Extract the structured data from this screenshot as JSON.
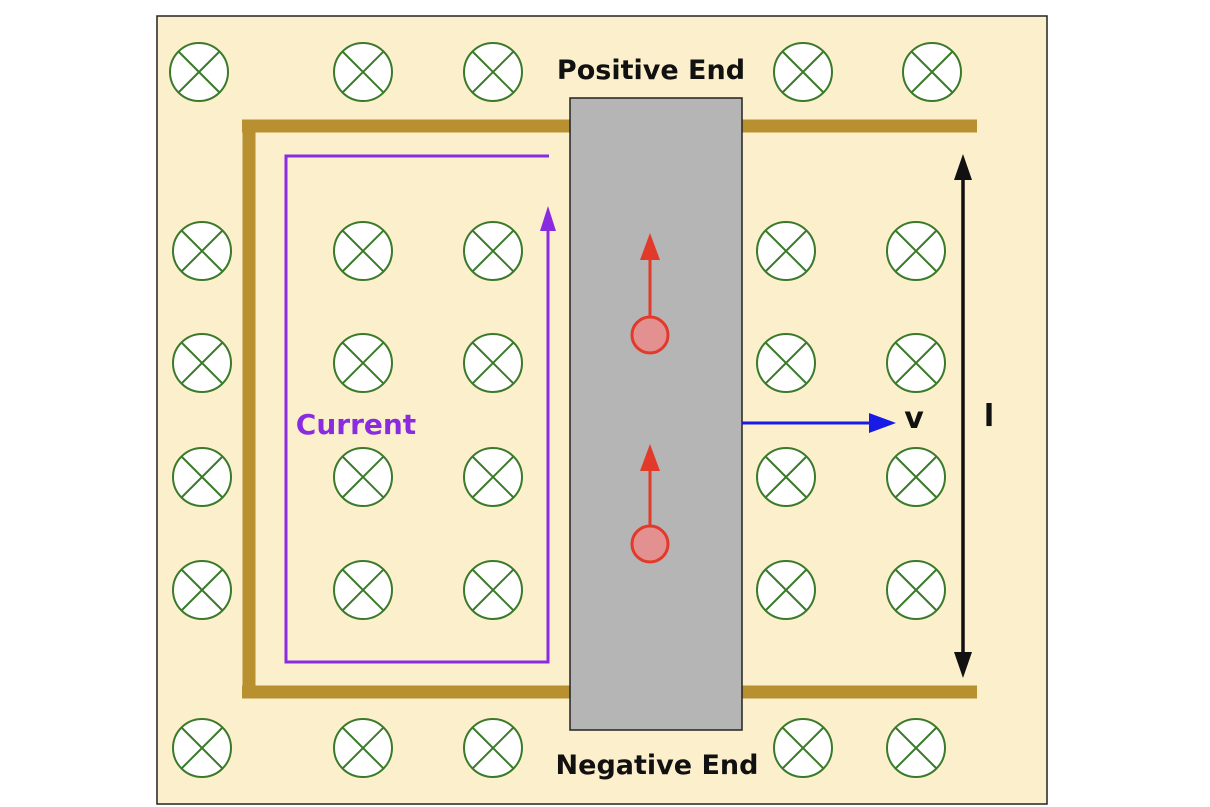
{
  "labels": {
    "positive_end": "Positive End",
    "negative_end": "Negative End",
    "current": "Current",
    "velocity": "v",
    "length": "l"
  },
  "symbols": {
    "field_marker": "x-in-circle-icon",
    "charge_marker": "positive-charge-icon"
  },
  "colors": {
    "background": "#fcf0cc",
    "rails": "#b8902f",
    "rod_fill": "#b5b5b5",
    "field_symbol": "#3a7a2a",
    "current": "#8a2be2",
    "charge": "#e23a2a",
    "charge_fill": "#e39090",
    "velocity_arrow": "#1a1ae6",
    "length_arrow": "#111111"
  }
}
